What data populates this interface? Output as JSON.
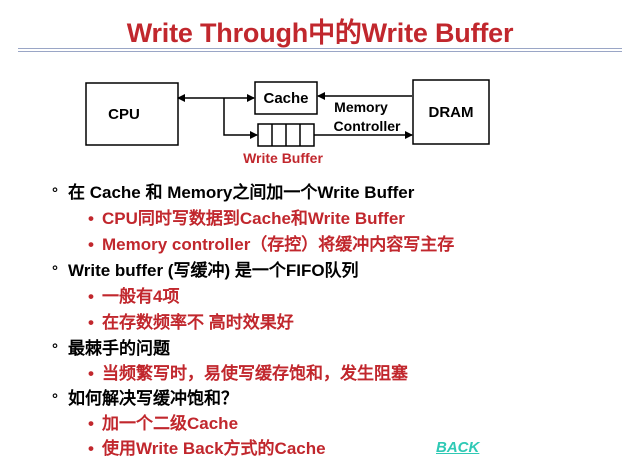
{
  "title": "Write Through中的Write Buffer",
  "diagram": {
    "cpu": "CPU",
    "cache": "Cache",
    "memory_controller": [
      "Memory",
      "Controller"
    ],
    "dram": "DRAM",
    "write_buffer": "Write Buffer",
    "colors": {
      "accent": "#c1272d",
      "line": "#000000"
    }
  },
  "bullets": [
    {
      "level": 1,
      "marker": "°",
      "text": "在 Cache 和 Memory之间加一个Write Buffer"
    },
    {
      "level": 2,
      "marker": "•",
      "text": "CPU同时写数据到Cache和Write Buffer"
    },
    {
      "level": 2,
      "marker": "•",
      "text": "Memory controller（存控）将缓冲内容写主存"
    },
    {
      "level": 1,
      "marker": "°",
      "text": "Write buffer (写缓冲) 是一个FIFO队列"
    },
    {
      "level": 2,
      "marker": "•",
      "text": "一般有4项"
    },
    {
      "level": 2,
      "marker": "•",
      "text": "在存数频率不 高时效果好"
    },
    {
      "level": 1,
      "marker": "°",
      "text": "最棘手的问题"
    },
    {
      "level": 2,
      "marker": "•",
      "text": "当频繁写时，易使写缓存饱和，发生阻塞"
    },
    {
      "level": 1,
      "marker": "°",
      "text": "如何解决写缓冲饱和？"
    },
    {
      "level": 2,
      "marker": "•",
      "text": "加一个二级Cache"
    },
    {
      "level": 2,
      "marker": "•",
      "text": "使用Write Back方式的Cache"
    }
  ],
  "back_link": "BACK",
  "colors": {
    "title": "#c1272d",
    "link": "#2fc9b5"
  }
}
